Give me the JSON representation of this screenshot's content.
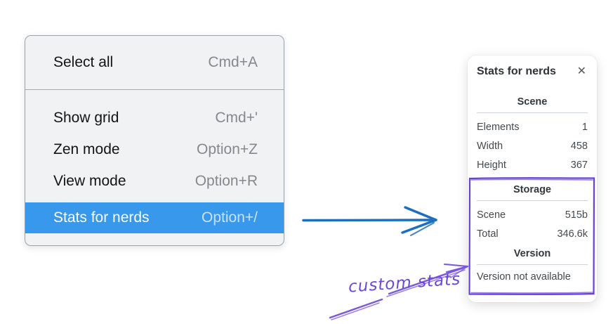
{
  "colors": {
    "menu_highlight": "#3898ec",
    "menu_background": "#f1f2f4",
    "blue_arrow": "#1d6fbe",
    "annotation_purple": "#6741d9"
  },
  "context_menu": {
    "rows": [
      {
        "label": "Select all",
        "shortcut": "Cmd+A"
      },
      {
        "label": "Show grid",
        "shortcut": "Cmd+'"
      },
      {
        "label": "Zen mode",
        "shortcut": "Option+Z"
      },
      {
        "label": "View mode",
        "shortcut": "Option+R"
      },
      {
        "label": "Stats for nerds",
        "shortcut": "Option+/",
        "selected": true
      }
    ]
  },
  "stats_panel": {
    "title": "Stats for nerds",
    "close_icon": "✕",
    "sections": [
      {
        "heading": "Scene",
        "rows": [
          {
            "label": "Elements",
            "value": "1"
          },
          {
            "label": "Width",
            "value": "458"
          },
          {
            "label": "Height",
            "value": "367"
          }
        ]
      },
      {
        "heading": "Storage",
        "rows": [
          {
            "label": "Scene",
            "value": "515b"
          },
          {
            "label": "Total",
            "value": "346.6k"
          }
        ]
      },
      {
        "heading": "Version",
        "note": "Version not available"
      }
    ]
  },
  "annotation": {
    "label": "custom stats"
  }
}
